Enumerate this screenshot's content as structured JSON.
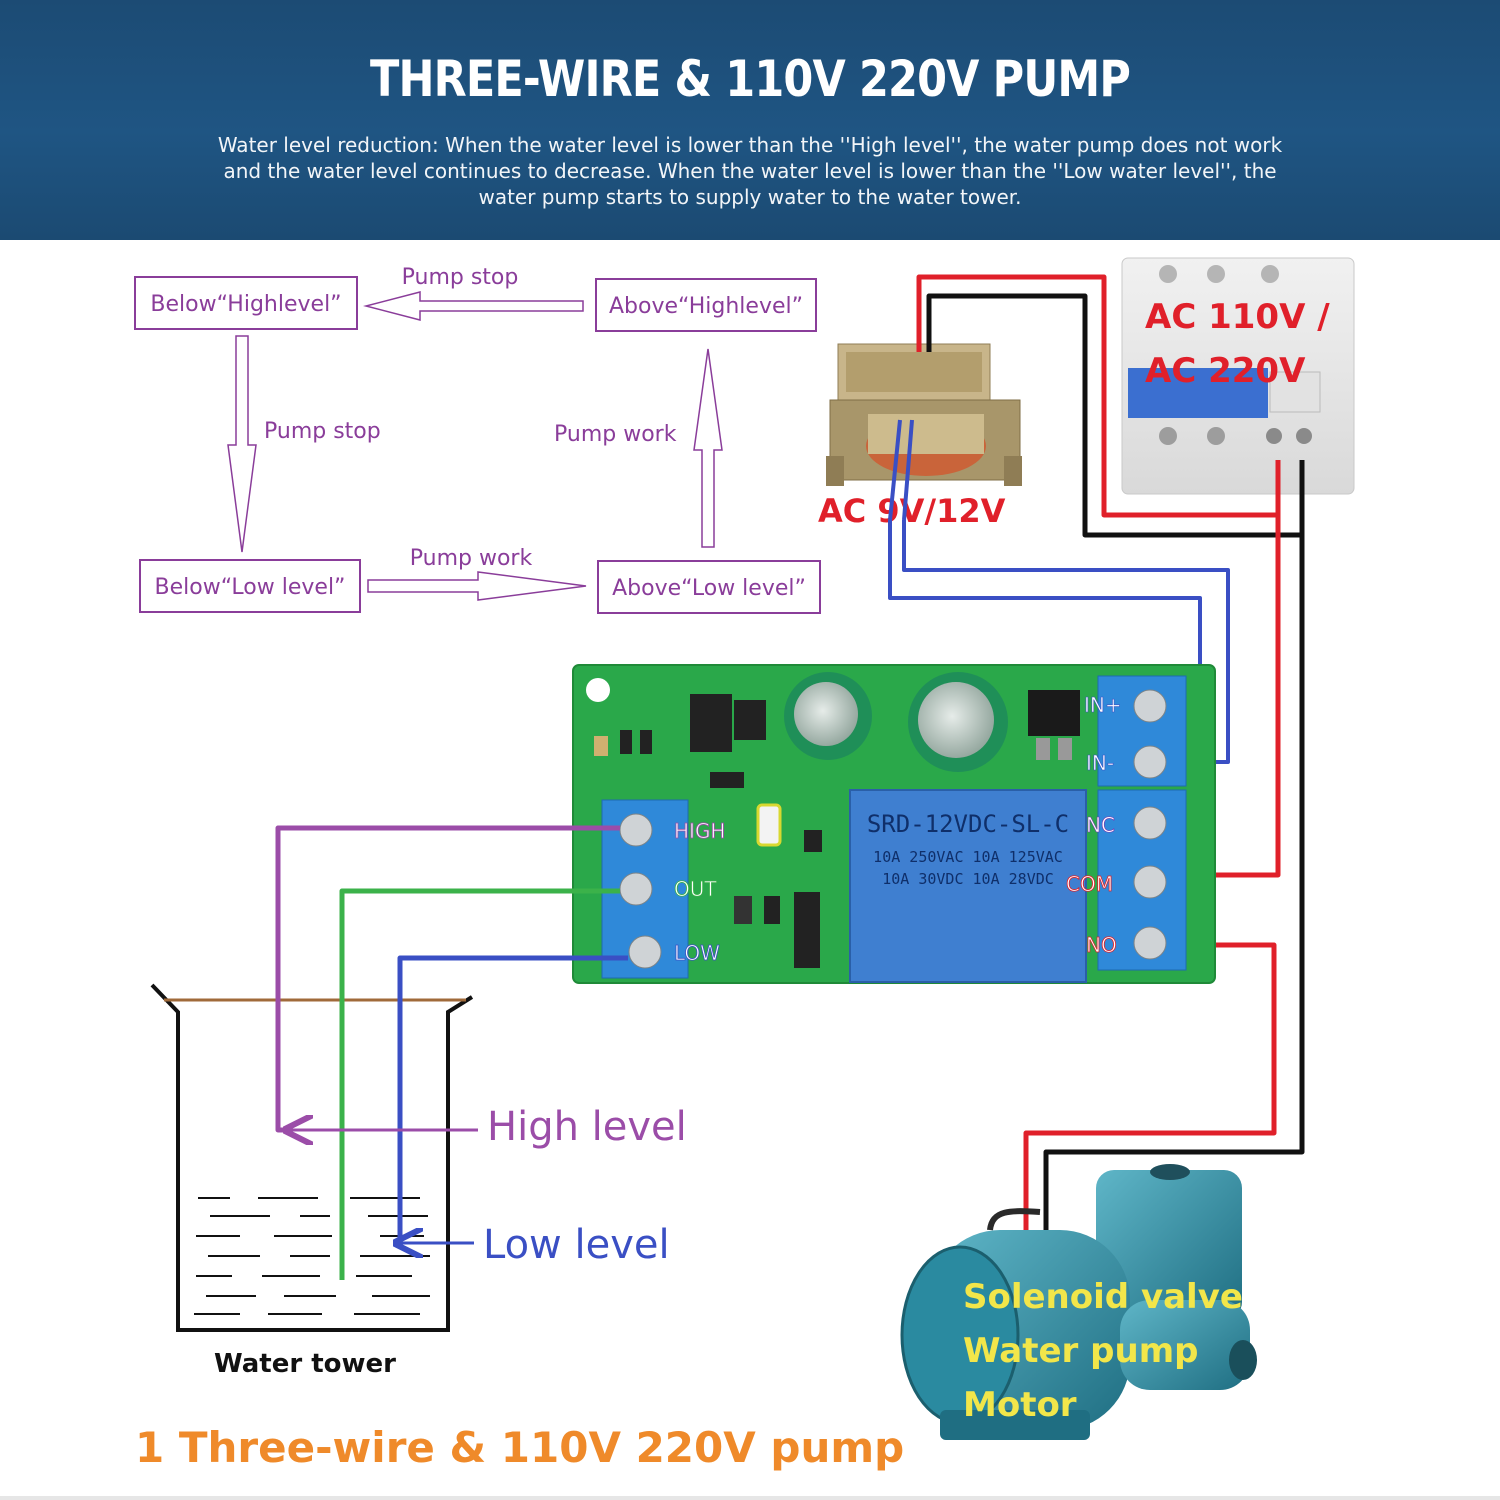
{
  "header": {
    "title": "THREE-WIRE & 110V 220V PUMP",
    "description": "Water level reduction: When the water level is lower than the ''High level'', the water pump does not work and the water level continues to decrease. When the water level is lower than the ''Low water level'', the water pump starts to supply water to the water tower."
  },
  "flow": {
    "below_high": "Below“Highlevel”",
    "above_high": "Above“Highlevel”",
    "below_low": "Below“Low level”",
    "above_low": "Above“Low level”",
    "pump_stop_top": "Pump stop",
    "pump_stop_left": "Pump stop",
    "pump_work_right": "Pump work",
    "pump_work_bottom": "Pump work"
  },
  "power": {
    "transformer_label": "AC 9V/12V",
    "breaker_label_line1": "AC 110V /",
    "breaker_label_line2": "AC 220V"
  },
  "board": {
    "terminals_right": [
      "IN+",
      "IN-",
      "NC",
      "COM",
      "NO"
    ],
    "terminals_left": [
      "HIGH",
      "OUT",
      "LOW"
    ],
    "relay_model": "SRD-12VDC-SL-C",
    "relay_ratings": [
      "10A 250VAC  10A 125VAC",
      "10A 30VDC  10A 28VDC"
    ]
  },
  "tank": {
    "high_level_label": "High level",
    "low_level_label": "Low level",
    "name": "Water tower"
  },
  "pump": {
    "lines": [
      "Solenoid valve",
      "Water pump",
      "Motor"
    ]
  },
  "caption": "1 Three-wire & 110V 220V pump",
  "colors": {
    "header_bg": "#1f5583",
    "flow_text": "#8a3d9a",
    "wire_red": "#e0202a",
    "wire_black": "#111111",
    "wire_blue": "#3a4fc4",
    "wire_purple": "#9b4da8",
    "wire_green": "#3bb24a",
    "pcb_green": "#2aa84a",
    "relay_blue": "#3f7fd0",
    "caption_orange": "#ef8a2a",
    "pump_text": "#f2e64a"
  }
}
